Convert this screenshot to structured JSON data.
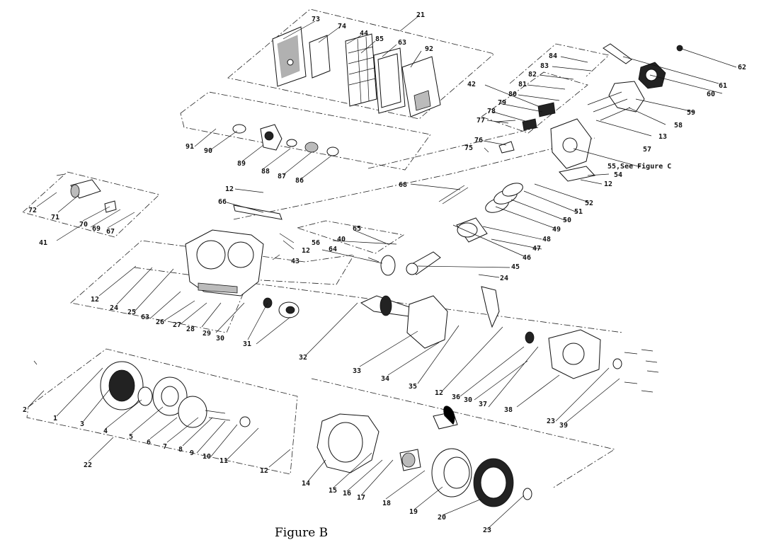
{
  "figure": {
    "caption": "Figure B"
  },
  "callouts": [
    {
      "id": "c73",
      "text": "73"
    },
    {
      "id": "c74",
      "text": "74"
    },
    {
      "id": "c44",
      "text": "44"
    },
    {
      "id": "c85",
      "text": "85"
    },
    {
      "id": "c63a",
      "text": "63"
    },
    {
      "id": "c92",
      "text": "92"
    },
    {
      "id": "c21",
      "text": "21"
    },
    {
      "id": "c84",
      "text": "84"
    },
    {
      "id": "c83",
      "text": "83"
    },
    {
      "id": "c82",
      "text": "82"
    },
    {
      "id": "c81",
      "text": "81"
    },
    {
      "id": "c80",
      "text": "80"
    },
    {
      "id": "c42",
      "text": "42"
    },
    {
      "id": "c79",
      "text": "79"
    },
    {
      "id": "c78",
      "text": "78"
    },
    {
      "id": "c77",
      "text": "77"
    },
    {
      "id": "c76",
      "text": "76"
    },
    {
      "id": "c75",
      "text": "75"
    },
    {
      "id": "c62",
      "text": "62"
    },
    {
      "id": "c61",
      "text": "61"
    },
    {
      "id": "c60",
      "text": "60"
    },
    {
      "id": "c59",
      "text": "59"
    },
    {
      "id": "c58",
      "text": "58"
    },
    {
      "id": "c13",
      "text": "13"
    },
    {
      "id": "c57",
      "text": "57"
    },
    {
      "id": "c55",
      "text": "55,See Figure C"
    },
    {
      "id": "c54",
      "text": "54"
    },
    {
      "id": "c12a",
      "text": "12"
    },
    {
      "id": "c91",
      "text": "91"
    },
    {
      "id": "c90",
      "text": "90"
    },
    {
      "id": "c89",
      "text": "89"
    },
    {
      "id": "c88",
      "text": "88"
    },
    {
      "id": "c87",
      "text": "87"
    },
    {
      "id": "c86",
      "text": "86"
    },
    {
      "id": "c68",
      "text": "68"
    },
    {
      "id": "c52",
      "text": "52"
    },
    {
      "id": "c51",
      "text": "51"
    },
    {
      "id": "c50",
      "text": "50"
    },
    {
      "id": "c49",
      "text": "49"
    },
    {
      "id": "c48",
      "text": "48"
    },
    {
      "id": "c47",
      "text": "47"
    },
    {
      "id": "c46",
      "text": "46"
    },
    {
      "id": "c45",
      "text": "45"
    },
    {
      "id": "c24a",
      "text": "24"
    },
    {
      "id": "c72",
      "text": "72"
    },
    {
      "id": "c71",
      "text": "71"
    },
    {
      "id": "c70",
      "text": "70"
    },
    {
      "id": "c69",
      "text": "69"
    },
    {
      "id": "c67",
      "text": "67"
    },
    {
      "id": "c41",
      "text": "41"
    },
    {
      "id": "c12b",
      "text": "12"
    },
    {
      "id": "c66",
      "text": "66"
    },
    {
      "id": "c65",
      "text": "65"
    },
    {
      "id": "c40",
      "text": "40"
    },
    {
      "id": "c56",
      "text": "56"
    },
    {
      "id": "c12c",
      "text": "12"
    },
    {
      "id": "c64",
      "text": "64"
    },
    {
      "id": "c43",
      "text": "43"
    },
    {
      "id": "c12d",
      "text": "12"
    },
    {
      "id": "c24b",
      "text": "24"
    },
    {
      "id": "c25",
      "text": "25"
    },
    {
      "id": "c63b",
      "text": "63"
    },
    {
      "id": "c26",
      "text": "26"
    },
    {
      "id": "c27",
      "text": "27"
    },
    {
      "id": "c28",
      "text": "28"
    },
    {
      "id": "c29",
      "text": "29"
    },
    {
      "id": "c30a",
      "text": "30"
    },
    {
      "id": "c31",
      "text": "31"
    },
    {
      "id": "c32",
      "text": "32"
    },
    {
      "id": "c33",
      "text": "33"
    },
    {
      "id": "c34",
      "text": "34"
    },
    {
      "id": "c35",
      "text": "35"
    },
    {
      "id": "c12e",
      "text": "12"
    },
    {
      "id": "c36",
      "text": "36"
    },
    {
      "id": "c30b",
      "text": "30"
    },
    {
      "id": "c37",
      "text": "37"
    },
    {
      "id": "c38",
      "text": "38"
    },
    {
      "id": "c23a",
      "text": "23"
    },
    {
      "id": "c39",
      "text": "39"
    },
    {
      "id": "c2",
      "text": "2"
    },
    {
      "id": "c1",
      "text": "1"
    },
    {
      "id": "c3",
      "text": "3"
    },
    {
      "id": "c4",
      "text": "4"
    },
    {
      "id": "c5",
      "text": "5"
    },
    {
      "id": "c6",
      "text": "6"
    },
    {
      "id": "c7",
      "text": "7"
    },
    {
      "id": "c8",
      "text": "8"
    },
    {
      "id": "c9",
      "text": "9"
    },
    {
      "id": "c10",
      "text": "10"
    },
    {
      "id": "c11",
      "text": "11"
    },
    {
      "id": "c22",
      "text": "22"
    },
    {
      "id": "c12f",
      "text": "12"
    },
    {
      "id": "c14",
      "text": "14"
    },
    {
      "id": "c15",
      "text": "15"
    },
    {
      "id": "c16",
      "text": "16"
    },
    {
      "id": "c17",
      "text": "17"
    },
    {
      "id": "c18",
      "text": "18"
    },
    {
      "id": "c19",
      "text": "19"
    },
    {
      "id": "c20",
      "text": "20"
    },
    {
      "id": "c23b",
      "text": "23"
    }
  ]
}
